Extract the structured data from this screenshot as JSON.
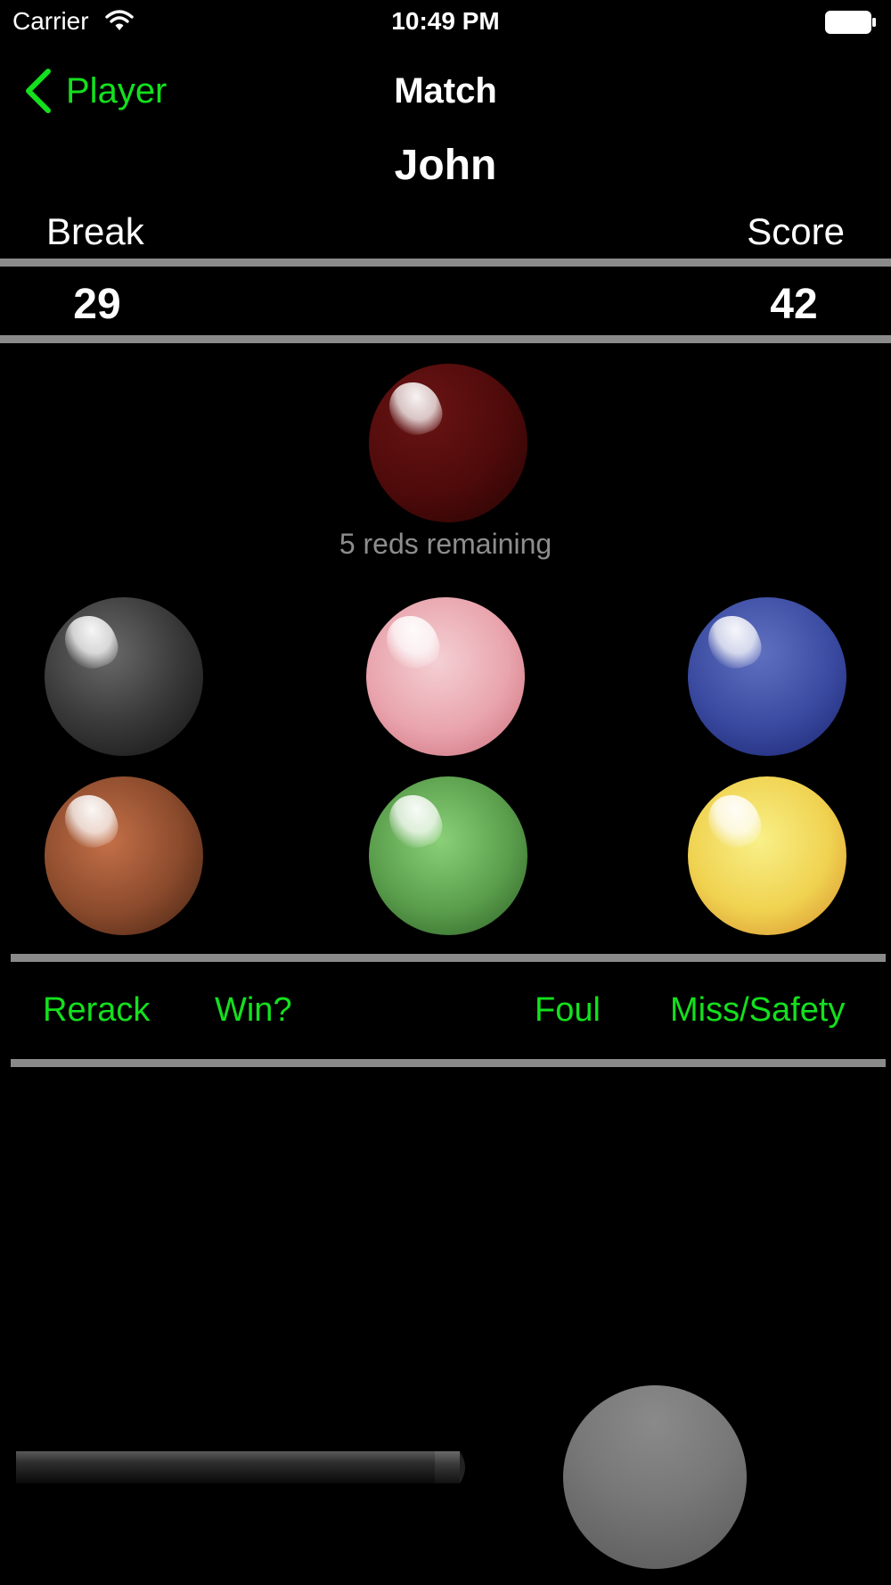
{
  "status_bar": {
    "carrier": "Carrier",
    "time": "10:49 PM"
  },
  "nav": {
    "back_label": "Player",
    "title": "Match"
  },
  "player": {
    "name": "John"
  },
  "stats": {
    "break_label": "Break",
    "score_label": "Score",
    "break_value": "29",
    "score_value": "42"
  },
  "reds": {
    "remaining_text": "5 reds remaining"
  },
  "actions": {
    "rerack": "Rerack",
    "win": "Win?",
    "foul": "Foul",
    "miss_safety": "Miss/Safety"
  },
  "colors": {
    "accent": "#14e01e",
    "divider": "#8a8a8a",
    "muted_text": "#8d8d8d",
    "background": "#000000"
  },
  "balls": [
    "red",
    "black",
    "pink",
    "blue",
    "brown",
    "green",
    "yellow"
  ]
}
